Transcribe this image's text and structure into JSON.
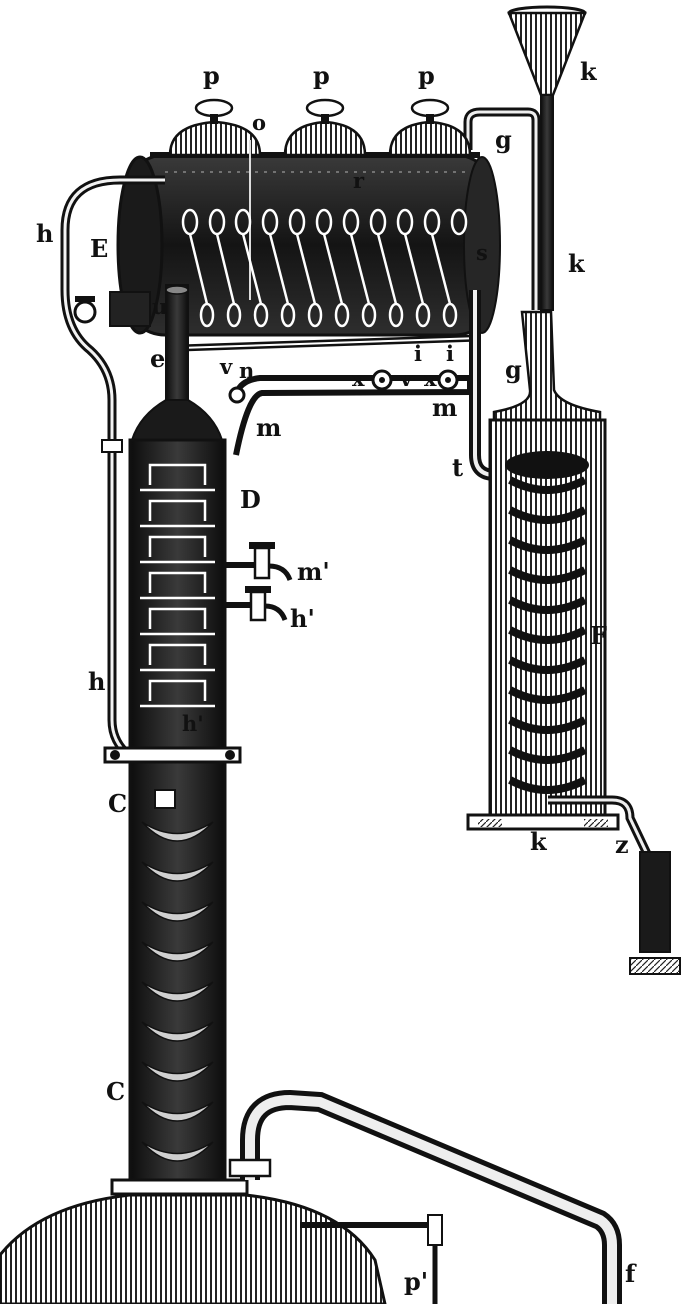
{
  "labels": {
    "p1": "p",
    "p2": "p",
    "p3": "p",
    "k_top": "k",
    "o": "o",
    "g_top": "g",
    "r": "r",
    "h_top": "h",
    "E": "E",
    "k_mid": "k",
    "s": "s",
    "u": "u",
    "e": "e",
    "v1": "v",
    "n": "n",
    "i1": "i",
    "i2": "i",
    "x1": "x",
    "v2": "v",
    "x2": "x",
    "g_mid": "g",
    "m1": "m",
    "m2": "m",
    "t": "t",
    "D": "D",
    "m_prime": "m'",
    "h_prime": "h'",
    "F": "F",
    "h_low": "h",
    "h_prime_inner": "h'",
    "C_top": "C",
    "k_base": "k",
    "z": "z",
    "C_low": "C",
    "p_prime": "p'",
    "f": "f"
  },
  "colors": {
    "ink": "#111111",
    "paper": "#ffffff",
    "hatch": "#2a2a2a"
  }
}
